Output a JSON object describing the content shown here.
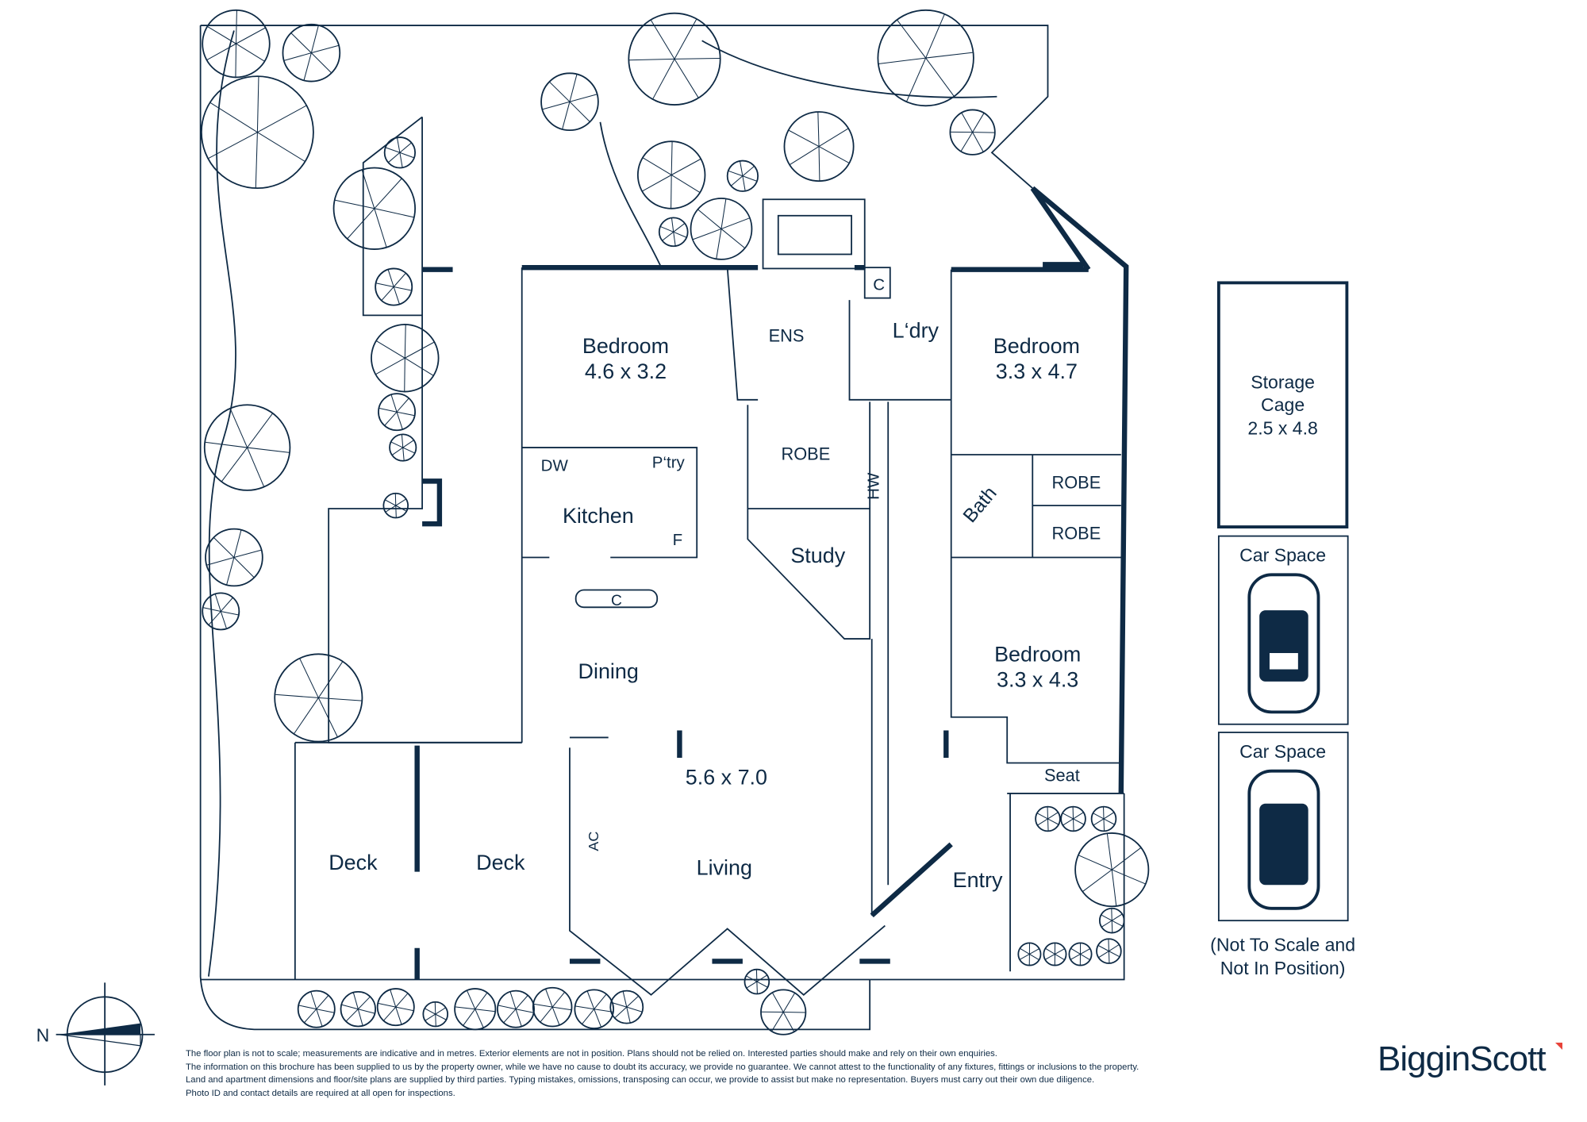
{
  "rooms": {
    "bedroom1": {
      "name": "Bedroom",
      "size": "4.6 x 3.2"
    },
    "bedroom2": {
      "name": "Bedroom",
      "size": "3.3 x 4.7"
    },
    "bedroom3": {
      "name": "Bedroom",
      "size": "3.3 x 4.3"
    },
    "ens": "ENS",
    "laundry": "L‘dry",
    "c_top": "C",
    "robe_center": "ROBE",
    "hw": "HW",
    "robe_right1": "ROBE",
    "robe_right2": "ROBE",
    "bath": "Bath",
    "dw": "DW",
    "pantry": "P‘try",
    "kitchen": "Kitchen",
    "fridge": "F",
    "c_kitchen": "C",
    "study": "Study",
    "dining": "Dining",
    "living_size": "5.6 x 7.0",
    "living": "Living",
    "ac": "AC",
    "deck1": "Deck",
    "deck2": "Deck",
    "entry": "Entry",
    "seat": "Seat"
  },
  "storage": {
    "line1": "Storage",
    "line2": "Cage",
    "size": "2.5 x 4.8"
  },
  "car_spaces": [
    "Car Space",
    "Car Space"
  ],
  "scale_note": {
    "line1": "(Not To Scale and",
    "line2": "Not In Position)"
  },
  "compass": {
    "label": "N"
  },
  "disclaimer": [
    "The floor plan is not to scale; measurements are indicative and in metres. Exterior elements are not in position. Plans should not be relied on. Interested parties should make and rely on their own enquiries.",
    "The information on this brochure has been supplied to us by the property owner, while we have no cause to doubt its accuracy, we provide no guarantee. We cannot attest to the functionality of any fixtures, fittings or inclusions to the property.",
    "Land and apartment dimensions and floor/site plans are supplied by third parties. Typing mistakes, omissions, transposing can occur, we provide to assist but make no representation. Buyers must carry out their own due diligence.",
    "Photo ID and contact details are required at all open for inspections."
  ],
  "brand": "BigginScott",
  "colors": {
    "ink": "#0e2a45",
    "accent": "#e8443a"
  }
}
